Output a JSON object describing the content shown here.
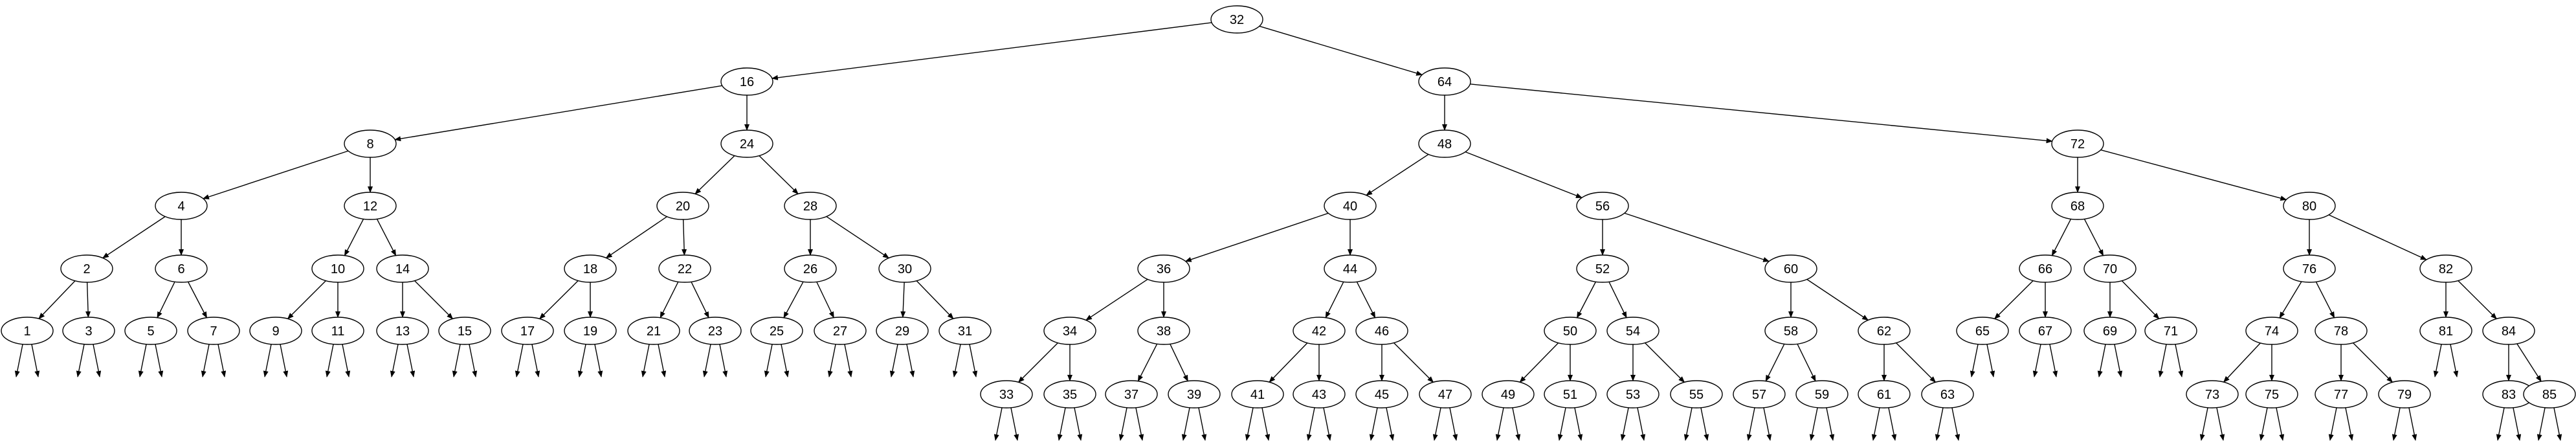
{
  "diagram": {
    "type": "binary-search-tree",
    "colors": {
      "node_fill": "#ffffff",
      "node_stroke": "#000000",
      "edge": "#000000",
      "text": "#000000",
      "background": "#ffffff"
    },
    "nodes": [
      {
        "id": 32,
        "label": "32",
        "level": 0
      },
      {
        "id": 16,
        "label": "16",
        "level": 1,
        "parent": 32
      },
      {
        "id": 64,
        "label": "64",
        "level": 1,
        "parent": 32
      },
      {
        "id": 8,
        "label": "8",
        "level": 2,
        "parent": 16
      },
      {
        "id": 24,
        "label": "24",
        "level": 2,
        "parent": 16
      },
      {
        "id": 48,
        "label": "48",
        "level": 2,
        "parent": 64
      },
      {
        "id": 72,
        "label": "72",
        "level": 2,
        "parent": 64
      },
      {
        "id": 4,
        "label": "4",
        "level": 3,
        "parent": 8
      },
      {
        "id": 12,
        "label": "12",
        "level": 3,
        "parent": 8
      },
      {
        "id": 20,
        "label": "20",
        "level": 3,
        "parent": 24
      },
      {
        "id": 28,
        "label": "28",
        "level": 3,
        "parent": 24
      },
      {
        "id": 40,
        "label": "40",
        "level": 3,
        "parent": 48
      },
      {
        "id": 56,
        "label": "56",
        "level": 3,
        "parent": 48
      },
      {
        "id": 68,
        "label": "68",
        "level": 3,
        "parent": 72
      },
      {
        "id": 80,
        "label": "80",
        "level": 3,
        "parent": 72
      },
      {
        "id": 2,
        "label": "2",
        "level": 4,
        "parent": 4
      },
      {
        "id": 6,
        "label": "6",
        "level": 4,
        "parent": 4
      },
      {
        "id": 10,
        "label": "10",
        "level": 4,
        "parent": 12
      },
      {
        "id": 14,
        "label": "14",
        "level": 4,
        "parent": 12
      },
      {
        "id": 18,
        "label": "18",
        "level": 4,
        "parent": 20
      },
      {
        "id": 22,
        "label": "22",
        "level": 4,
        "parent": 20
      },
      {
        "id": 26,
        "label": "26",
        "level": 4,
        "parent": 28
      },
      {
        "id": 30,
        "label": "30",
        "level": 4,
        "parent": 28
      },
      {
        "id": 36,
        "label": "36",
        "level": 4,
        "parent": 40
      },
      {
        "id": 44,
        "label": "44",
        "level": 4,
        "parent": 40
      },
      {
        "id": 52,
        "label": "52",
        "level": 4,
        "parent": 56
      },
      {
        "id": 60,
        "label": "60",
        "level": 4,
        "parent": 56
      },
      {
        "id": 66,
        "label": "66",
        "level": 4,
        "parent": 68
      },
      {
        "id": 70,
        "label": "70",
        "level": 4,
        "parent": 68
      },
      {
        "id": 76,
        "label": "76",
        "level": 4,
        "parent": 80
      },
      {
        "id": 82,
        "label": "82",
        "level": 4,
        "parent": 80
      },
      {
        "id": 1,
        "label": "1",
        "level": 5,
        "parent": 2,
        "leaf": true
      },
      {
        "id": 3,
        "label": "3",
        "level": 5,
        "parent": 2,
        "leaf": true
      },
      {
        "id": 5,
        "label": "5",
        "level": 5,
        "parent": 6,
        "leaf": true
      },
      {
        "id": 7,
        "label": "7",
        "level": 5,
        "parent": 6,
        "leaf": true
      },
      {
        "id": 9,
        "label": "9",
        "level": 5,
        "parent": 10,
        "leaf": true
      },
      {
        "id": 11,
        "label": "11",
        "level": 5,
        "parent": 10,
        "leaf": true
      },
      {
        "id": 13,
        "label": "13",
        "level": 5,
        "parent": 14,
        "leaf": true
      },
      {
        "id": 15,
        "label": "15",
        "level": 5,
        "parent": 14,
        "leaf": true
      },
      {
        "id": 17,
        "label": "17",
        "level": 5,
        "parent": 18,
        "leaf": true
      },
      {
        "id": 19,
        "label": "19",
        "level": 5,
        "parent": 18,
        "leaf": true
      },
      {
        "id": 21,
        "label": "21",
        "level": 5,
        "parent": 22,
        "leaf": true
      },
      {
        "id": 23,
        "label": "23",
        "level": 5,
        "parent": 22,
        "leaf": true
      },
      {
        "id": 25,
        "label": "25",
        "level": 5,
        "parent": 26,
        "leaf": true
      },
      {
        "id": 27,
        "label": "27",
        "level": 5,
        "parent": 26,
        "leaf": true
      },
      {
        "id": 29,
        "label": "29",
        "level": 5,
        "parent": 30,
        "leaf": true
      },
      {
        "id": 31,
        "label": "31",
        "level": 5,
        "parent": 30,
        "leaf": true
      },
      {
        "id": 34,
        "label": "34",
        "level": 5,
        "parent": 36
      },
      {
        "id": 38,
        "label": "38",
        "level": 5,
        "parent": 36
      },
      {
        "id": 42,
        "label": "42",
        "level": 5,
        "parent": 44
      },
      {
        "id": 46,
        "label": "46",
        "level": 5,
        "parent": 44
      },
      {
        "id": 50,
        "label": "50",
        "level": 5,
        "parent": 52
      },
      {
        "id": 54,
        "label": "54",
        "level": 5,
        "parent": 52
      },
      {
        "id": 58,
        "label": "58",
        "level": 5,
        "parent": 60
      },
      {
        "id": 62,
        "label": "62",
        "level": 5,
        "parent": 60
      },
      {
        "id": 65,
        "label": "65",
        "level": 5,
        "parent": 66,
        "leaf": true
      },
      {
        "id": 67,
        "label": "67",
        "level": 5,
        "parent": 66,
        "leaf": true
      },
      {
        "id": 69,
        "label": "69",
        "level": 5,
        "parent": 70,
        "leaf": true
      },
      {
        "id": 71,
        "label": "71",
        "level": 5,
        "parent": 70,
        "leaf": true
      },
      {
        "id": 74,
        "label": "74",
        "level": 5,
        "parent": 76
      },
      {
        "id": 78,
        "label": "78",
        "level": 5,
        "parent": 76
      },
      {
        "id": 81,
        "label": "81",
        "level": 5,
        "parent": 82,
        "leaf": true
      },
      {
        "id": 84,
        "label": "84",
        "level": 5,
        "parent": 82
      },
      {
        "id": 33,
        "label": "33",
        "level": 6,
        "parent": 34,
        "leaf": true
      },
      {
        "id": 35,
        "label": "35",
        "level": 6,
        "parent": 34,
        "leaf": true
      },
      {
        "id": 37,
        "label": "37",
        "level": 6,
        "parent": 38,
        "leaf": true
      },
      {
        "id": 39,
        "label": "39",
        "level": 6,
        "parent": 38,
        "leaf": true
      },
      {
        "id": 41,
        "label": "41",
        "level": 6,
        "parent": 42,
        "leaf": true
      },
      {
        "id": 43,
        "label": "43",
        "level": 6,
        "parent": 42,
        "leaf": true
      },
      {
        "id": 45,
        "label": "45",
        "level": 6,
        "parent": 46,
        "leaf": true
      },
      {
        "id": 47,
        "label": "47",
        "level": 6,
        "parent": 46,
        "leaf": true
      },
      {
        "id": 49,
        "label": "49",
        "level": 6,
        "parent": 50,
        "leaf": true
      },
      {
        "id": 51,
        "label": "51",
        "level": 6,
        "parent": 50,
        "leaf": true
      },
      {
        "id": 53,
        "label": "53",
        "level": 6,
        "parent": 54,
        "leaf": true
      },
      {
        "id": 55,
        "label": "55",
        "level": 6,
        "parent": 54,
        "leaf": true
      },
      {
        "id": 57,
        "label": "57",
        "level": 6,
        "parent": 58,
        "leaf": true
      },
      {
        "id": 59,
        "label": "59",
        "level": 6,
        "parent": 58,
        "leaf": true
      },
      {
        "id": 61,
        "label": "61",
        "level": 6,
        "parent": 62,
        "leaf": true
      },
      {
        "id": 63,
        "label": "63",
        "level": 6,
        "parent": 62,
        "leaf": true
      },
      {
        "id": 73,
        "label": "73",
        "level": 6,
        "parent": 74,
        "leaf": true
      },
      {
        "id": 75,
        "label": "75",
        "level": 6,
        "parent": 74,
        "leaf": true
      },
      {
        "id": 77,
        "label": "77",
        "level": 6,
        "parent": 78,
        "leaf": true
      },
      {
        "id": 79,
        "label": "79",
        "level": 6,
        "parent": 78,
        "leaf": true
      },
      {
        "id": 83,
        "label": "83",
        "level": 6,
        "parent": 84,
        "leaf": true
      },
      {
        "id": 85,
        "label": "85",
        "level": 6,
        "parent": 84,
        "leaf": true
      }
    ]
  }
}
